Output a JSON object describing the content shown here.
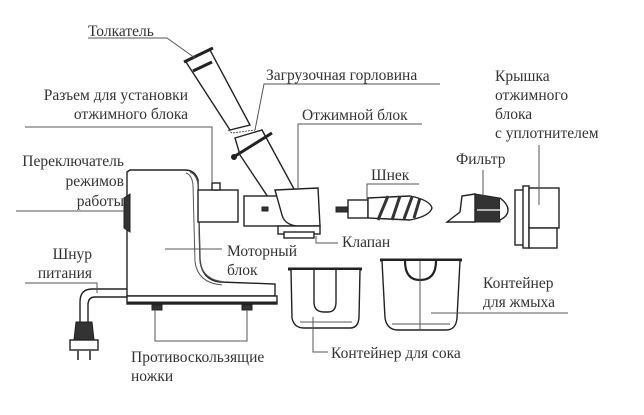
{
  "diagram": {
    "title": "Juicer components diagram",
    "labels": {
      "pusher": "Толкатель",
      "feed_chute": "Загрузочная горловина",
      "juicing_unit_socket_line1": "Разъем для установки",
      "juicing_unit_socket_line2": "отжимного блока",
      "juicing_unit": "Отжимной блок",
      "cover_line1": "Крышка",
      "cover_line2": "отжимного",
      "cover_line3": "блока",
      "cover_line4": "с уплотнителем",
      "mode_switch_line1": "Переключатель",
      "mode_switch_line2": "режимов",
      "mode_switch_line3": "работы",
      "auger": "Шнек",
      "filter": "Фильтр",
      "valve": "Клапан",
      "power_cord_line1": "Шнур",
      "power_cord_line2": "питания",
      "motor_unit_line1": "Моторный",
      "motor_unit_line2": "блок",
      "pulp_container_line1": "Контейнер",
      "pulp_container_line2": "для жмыха",
      "juice_container": "Контейнер для сока",
      "feet_line1": "Противоскользящие",
      "feet_line2": "ножки"
    }
  }
}
